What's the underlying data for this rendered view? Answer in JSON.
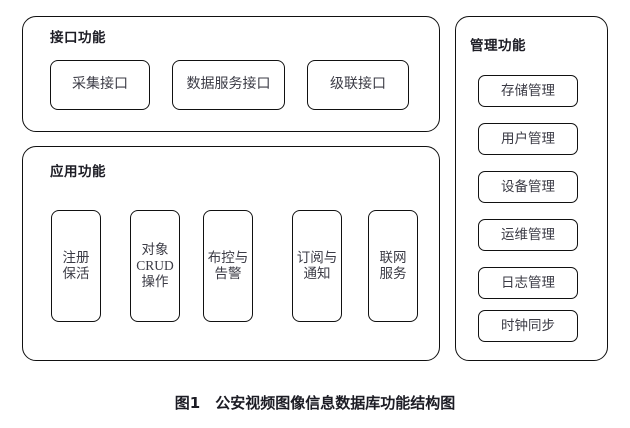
{
  "figure": {
    "caption": "图1　公安视频图像信息数据库功能结构图",
    "label": "图1",
    "title": "公安视频图像信息数据库功能结构图"
  },
  "panels": {
    "interface": {
      "title": "接口功能",
      "nodes": [
        {
          "label": "采集接口"
        },
        {
          "label": "数据服务接口"
        },
        {
          "label": "级联接口"
        }
      ]
    },
    "application": {
      "title": "应用功能",
      "nodes": [
        {
          "label": "注册\n保活"
        },
        {
          "label": "对象\nCRUD\n操作"
        },
        {
          "label": "布控与\n告警"
        },
        {
          "label": "订阅与\n通知"
        },
        {
          "label": "联网\n服务"
        }
      ]
    },
    "management": {
      "title": "管理功能",
      "nodes": [
        {
          "label": "存储管理"
        },
        {
          "label": "用户管理"
        },
        {
          "label": "设备管理"
        },
        {
          "label": "运维管理"
        },
        {
          "label": "日志管理"
        },
        {
          "label": "时钟同步"
        }
      ]
    }
  },
  "style": {
    "stroke": "#111111",
    "text": "#3b3b45",
    "title_text": "#1c1c24",
    "background": "#ffffff"
  }
}
